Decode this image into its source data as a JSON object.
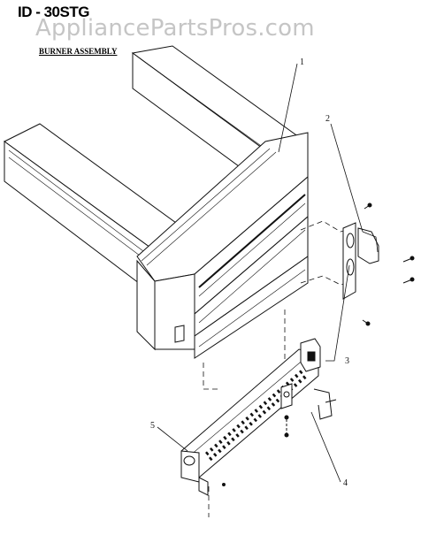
{
  "header": {
    "model": "ID - 30STG",
    "subtitle": "BURNER ASSEMBLY"
  },
  "watermark": {
    "text": "AppliancePartsPros.com"
  },
  "callouts": [
    {
      "id": "1",
      "label": "1"
    },
    {
      "id": "2",
      "label": "2"
    },
    {
      "id": "3",
      "label": "3"
    },
    {
      "id": "4",
      "label": "4"
    },
    {
      "id": "5",
      "label": "5"
    }
  ],
  "colors": {
    "line": "#111111",
    "fill": "#ffffff",
    "shade": "#d8d8d8",
    "watermark": "#969696"
  }
}
